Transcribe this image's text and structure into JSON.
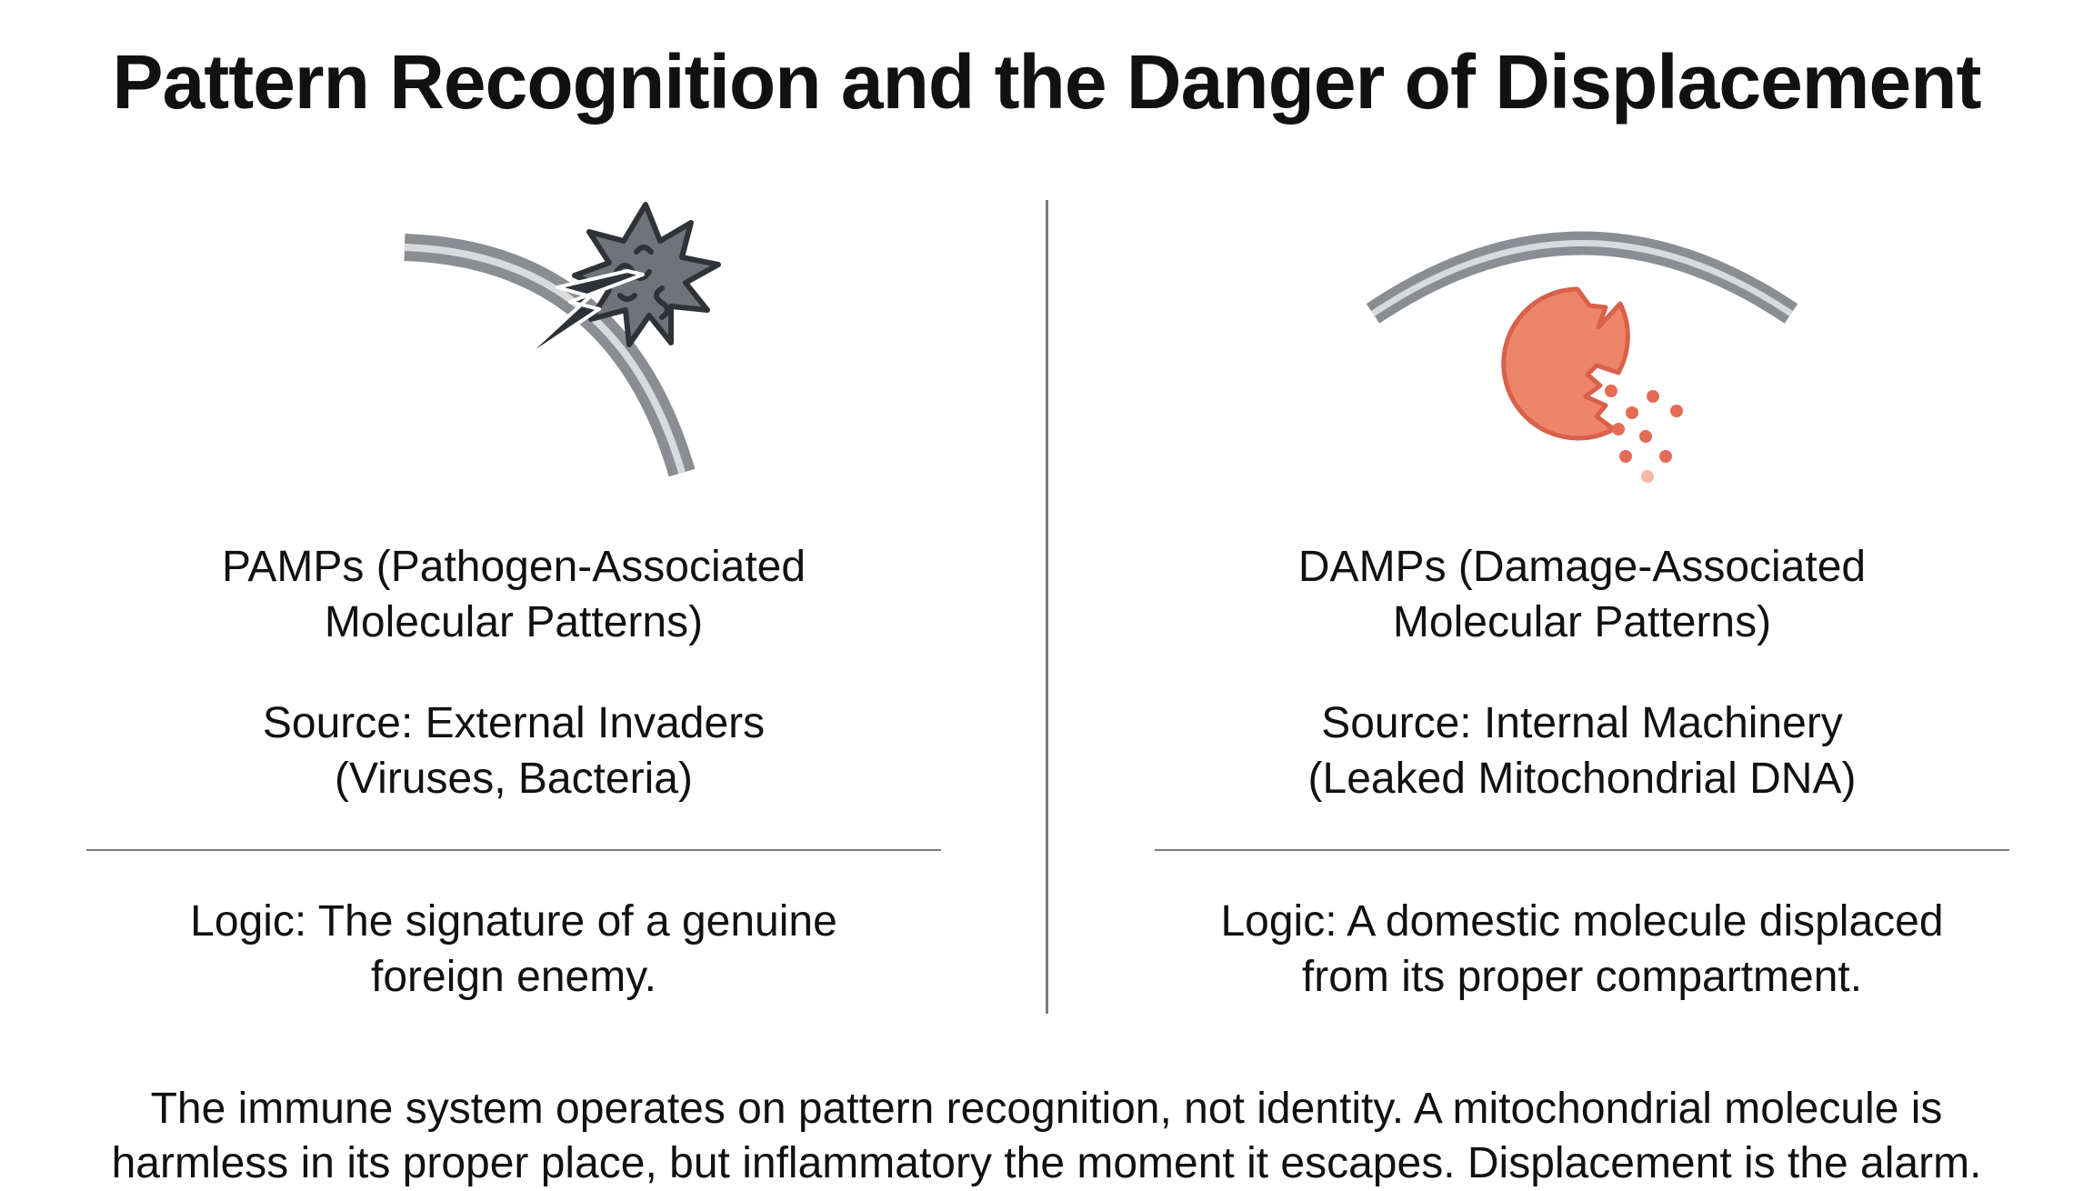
{
  "title": "Pattern Recognition and the Danger of Displacement",
  "colors": {
    "membrane": "#8a8e92",
    "membrane_light": "#d8dadc",
    "pathogen": "#707478",
    "pathogen_dark": "#2f3337",
    "mito": "#ee8468",
    "mito_stroke": "#d9604a",
    "mito_dot": "#e46c55"
  },
  "left": {
    "heading_line1": "PAMPs (Pathogen-Associated",
    "heading_line2": "Molecular Patterns)",
    "source_line1": "Source: External Invaders",
    "source_line2": "(Viruses, Bacteria)",
    "logic_line1": "Logic: The signature of a genuine",
    "logic_line2": "foreign enemy."
  },
  "right": {
    "heading_line1": "DAMPs (Damage-Associated",
    "heading_line2": "Molecular Patterns)",
    "source_line1": "Source: Internal Machinery",
    "source_line2": "(Leaked Mitochondrial DNA)",
    "logic_line1": "Logic: A domestic molecule displaced",
    "logic_line2": "from its proper compartment."
  },
  "footer": {
    "line1": "The immune system operates on pattern recognition, not identity. A mitochondrial molecule is",
    "line2": "harmless in its proper place, but inflammatory the moment it escapes. Displacement is the alarm."
  }
}
